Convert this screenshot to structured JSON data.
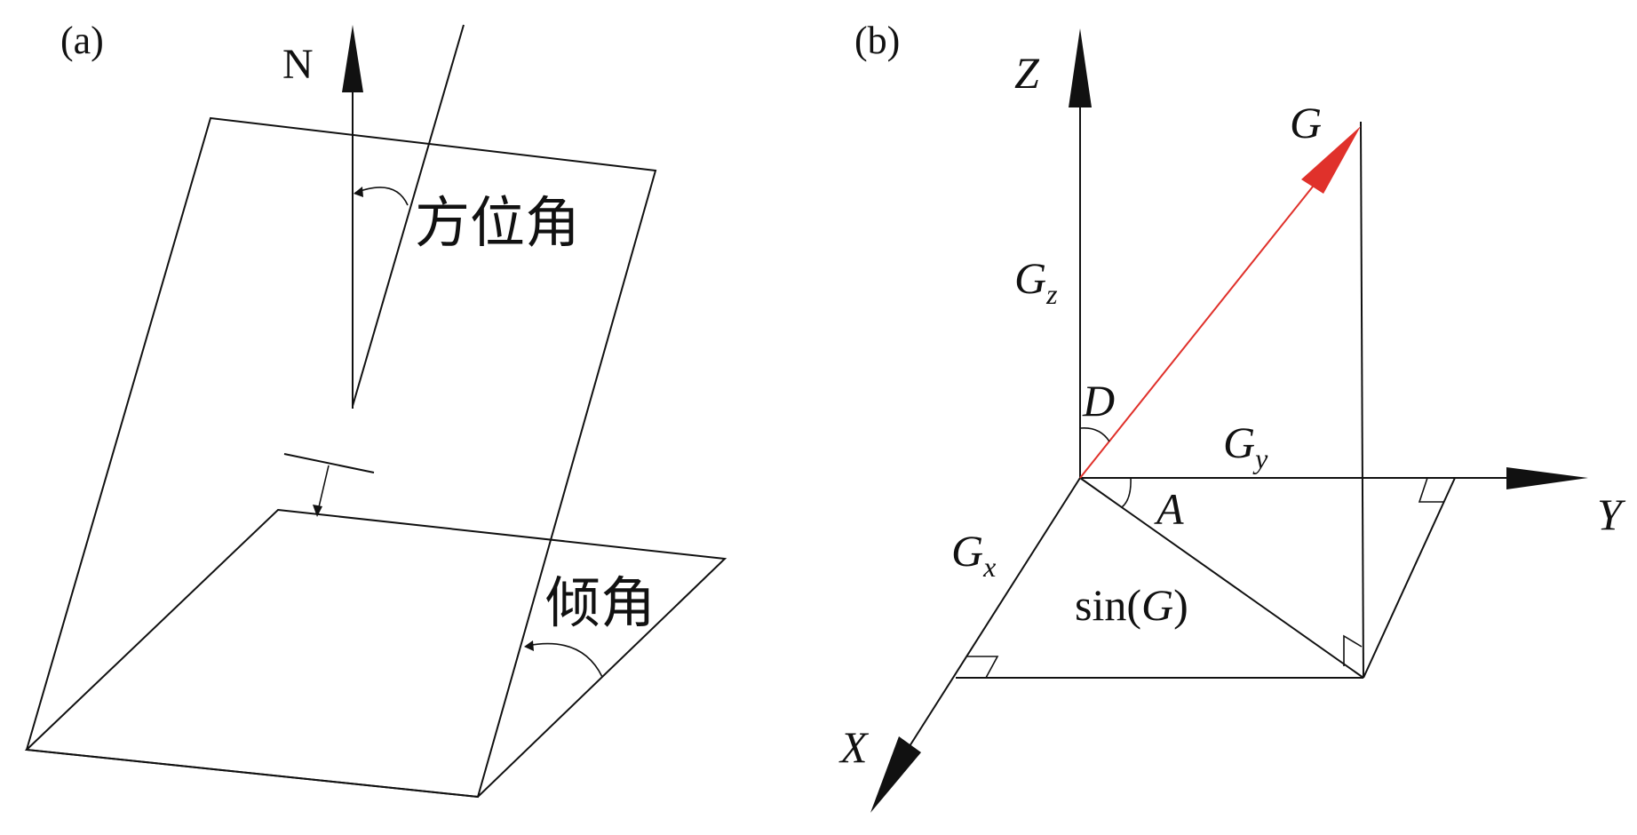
{
  "panel_a": {
    "label": "(a)",
    "north_label": "N",
    "azimuth_label": "方位角",
    "dip_label": "倾角"
  },
  "panel_b": {
    "label": "(b)",
    "axis_z": "Z",
    "axis_y": "Y",
    "axis_x": "X",
    "vector_label": "G",
    "gz": {
      "base": "G",
      "sub": "z"
    },
    "gy": {
      "base": "G",
      "sub": "y"
    },
    "gx": {
      "base": "G",
      "sub": "x"
    },
    "angle_d": "D",
    "angle_a": "A",
    "sin_label": {
      "pre": "sin(",
      "var": "G",
      "post": ")"
    },
    "vector_color": "#e0312b"
  }
}
